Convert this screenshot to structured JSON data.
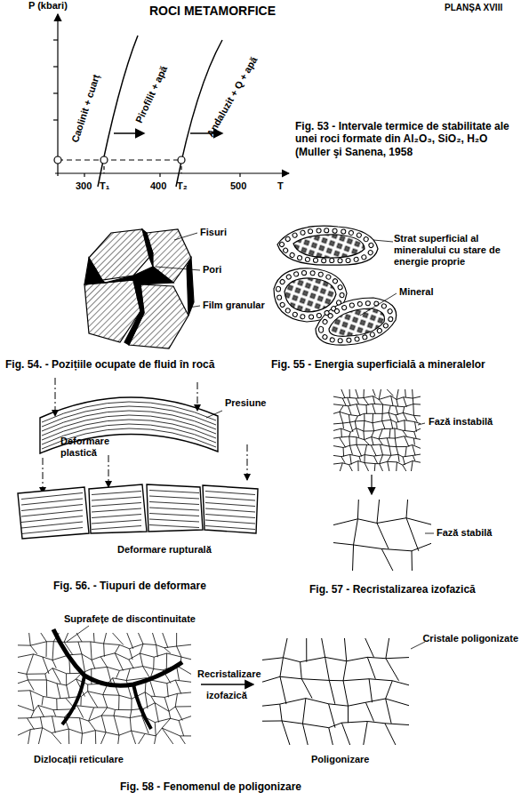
{
  "diagram": {
    "title": "ROCI METAMORFICE",
    "labels": [
      "PLANŞA XVIII",
      "P (kbari)",
      "Caolinit + cuarț",
      "Pirofilit + apă",
      "Andaluzit + Q + apă",
      "300",
      "T₁",
      "400",
      "T₂",
      "500",
      "T",
      "Fig. 53 - Intervale termice de stabilitate ale unei roci formate din Al₂O₃, SiO₂, H₂O (Muller şi Sanena, 1958",
      "Fisuri",
      "Pori",
      "Film granular",
      "Fig. 54. - Pozițiile ocupate de fluid în rocă",
      "Strat superficial al mineralului cu stare de energie proprie",
      "Mineral",
      "Fig. 55 - Energia superficială a mineralelor",
      "Presiune",
      "Deformare plastică",
      "Deformare rupturală",
      "Fig. 56. - Tiupuri de deformare",
      "Fază instabilă",
      "Fază stabilă",
      "Fig. 57 - Recristalizarea izofazică",
      "Suprafețe de discontinuitate",
      "Recristalizare",
      "izofazică",
      "Cristale poligonizate",
      "Dizlocații reticulare",
      "Poligonizare",
      "Fig. 58 - Fenomenul de poligonizare"
    ]
  }
}
